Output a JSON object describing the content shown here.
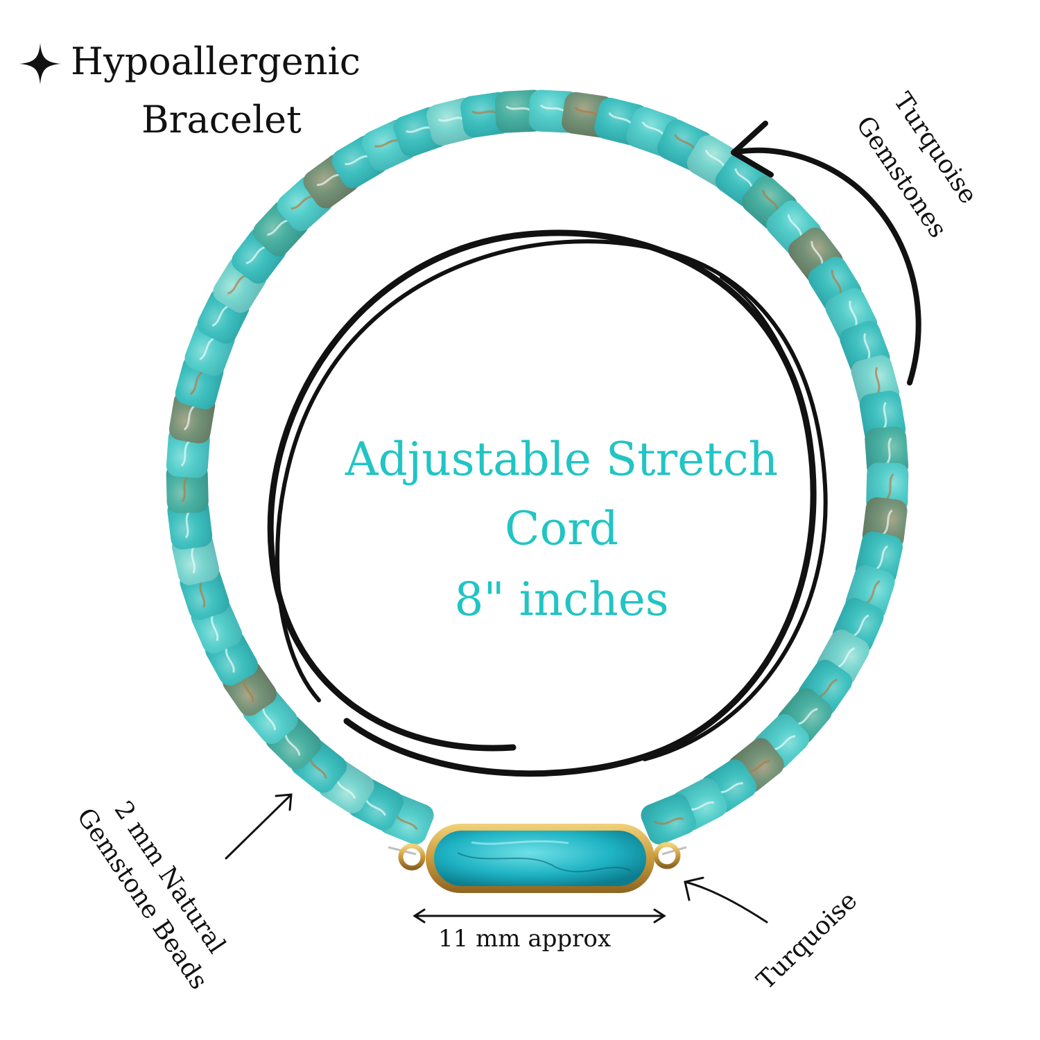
{
  "header": {
    "star_icon": "four-point-star-icon",
    "line1": "Hypoallergenic",
    "line2": "Bracelet"
  },
  "center": {
    "line1": "Adjustable Stretch",
    "line2": "Cord",
    "line3": "8\" inches",
    "color": "#22c4c4"
  },
  "annotations": {
    "gemstones_line1": "Turquoise",
    "gemstones_line2": "Gemstones",
    "beads_line1": "2 mm Natural",
    "beads_line2": "Gemstone Beads",
    "pendant_label": "Turquoise",
    "width_label": "11 mm approx"
  },
  "colors": {
    "bead_light": "#5fd3d0",
    "bead_mid": "#3bbcbc",
    "bead_pale": "#9fe0d6",
    "bead_green": "#4c9f86",
    "bead_brown": "#9b6a3a",
    "gold": "#c99a3e",
    "ink": "#111111"
  }
}
